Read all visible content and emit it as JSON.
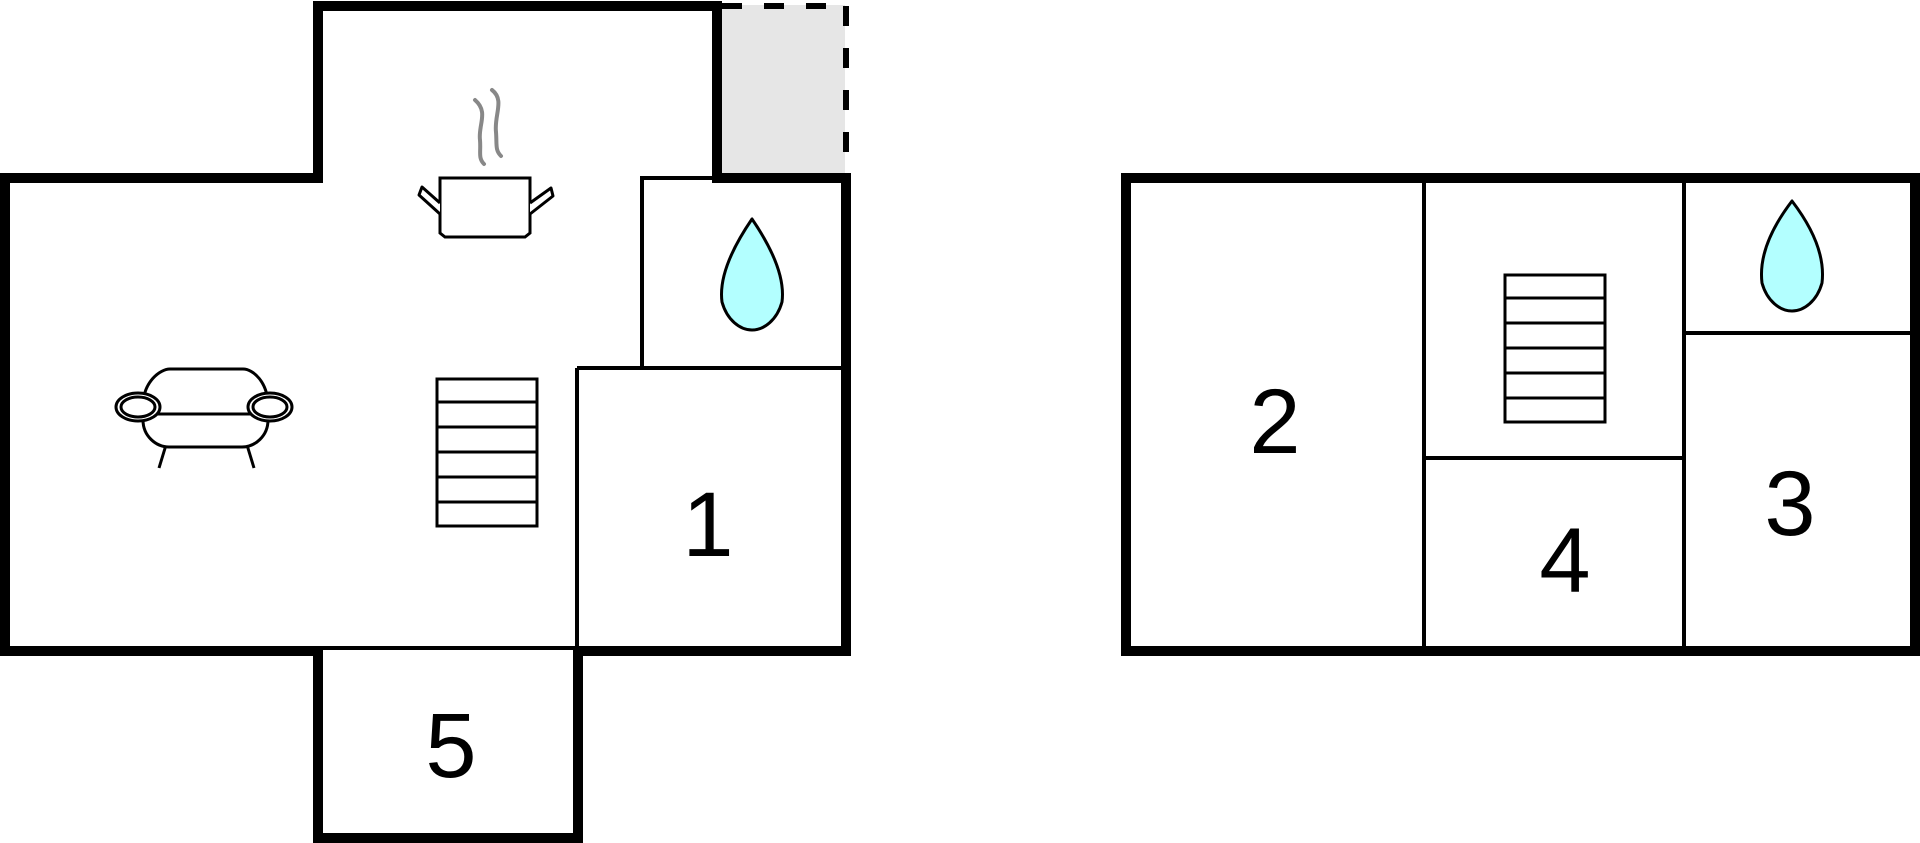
{
  "colors": {
    "wall": "#000000",
    "background": "#ffffff",
    "balcony": "#e6e6e6",
    "water": "#b3ffff",
    "steam": "#888888"
  },
  "floors": [
    {
      "rooms": [
        {
          "number": "1"
        },
        {
          "number": "5"
        }
      ],
      "icons": [
        "sofa-icon",
        "cooking-pot-icon",
        "stairs-icon",
        "water-drop-icon"
      ],
      "features": [
        "balcony"
      ]
    },
    {
      "rooms": [
        {
          "number": "2"
        },
        {
          "number": "4"
        },
        {
          "number": "3"
        }
      ],
      "icons": [
        "stairs-icon",
        "water-drop-icon"
      ]
    }
  ]
}
